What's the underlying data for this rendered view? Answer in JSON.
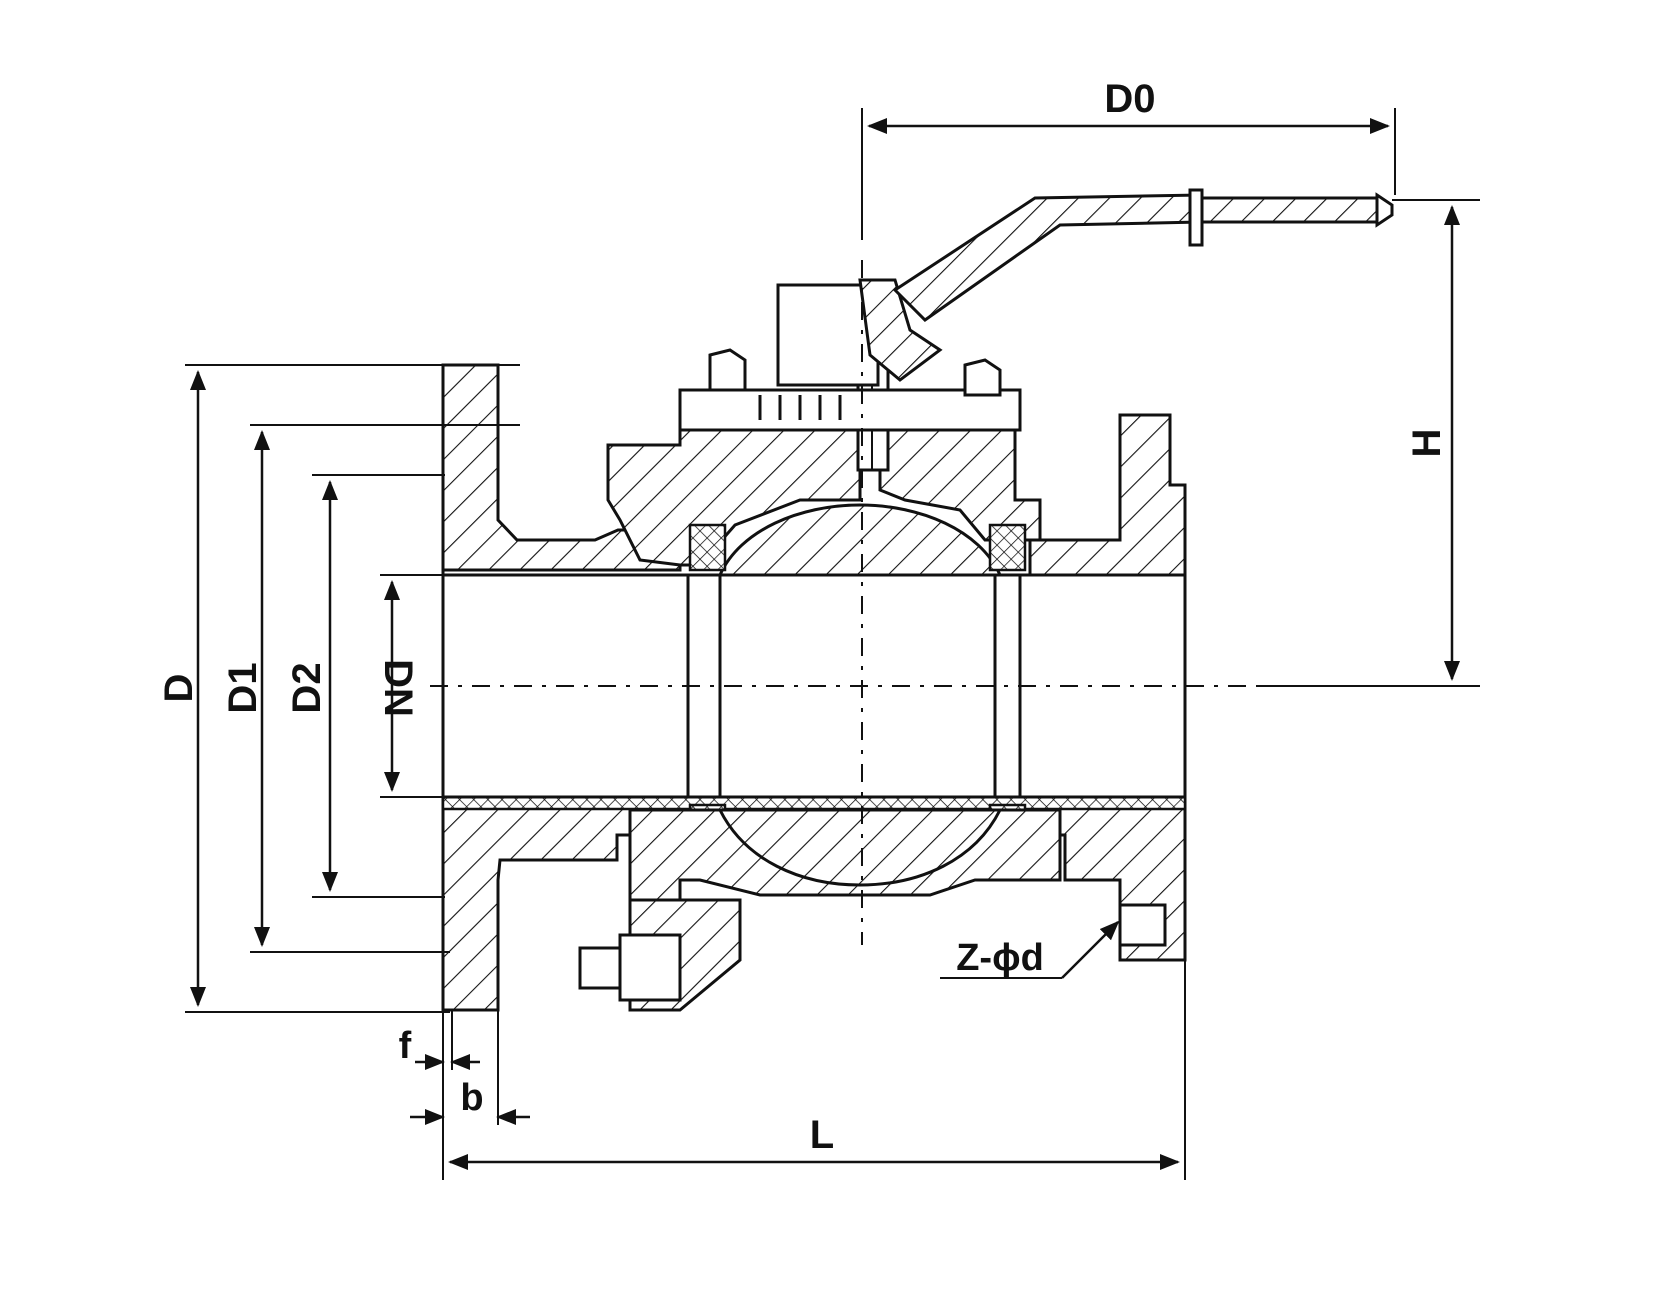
{
  "drawing": {
    "labels": {
      "D": "D",
      "D1": "D1",
      "D2": "D2",
      "DN": "DN",
      "H": "H",
      "D0": "D0",
      "L": "L",
      "f": "f",
      "b": "b",
      "Zd": "Z-ϕd"
    }
  },
  "colors": {
    "line": "#111111",
    "background": "#ffffff"
  }
}
